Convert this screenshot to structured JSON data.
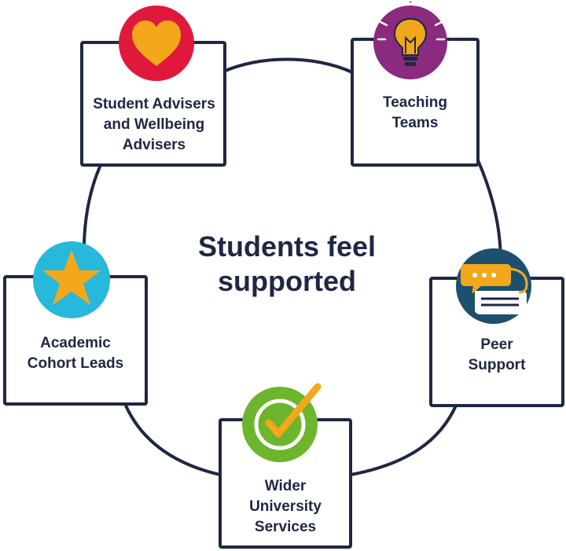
{
  "center": {
    "line1": "Students feel",
    "line2": "supported"
  },
  "nodes": [
    {
      "id": "student-advisers",
      "lines": [
        "Student Advisers",
        "and Wellbeing",
        "Advisers"
      ],
      "icon": "heart-icon",
      "badge_color": "#e0183c",
      "icon_color": "#f3a81c"
    },
    {
      "id": "teaching-teams",
      "lines": [
        "Teaching",
        "Teams"
      ],
      "icon": "lightbulb-icon",
      "badge_color": "#8a2b7d",
      "icon_color": "#f3a81c"
    },
    {
      "id": "peer-support",
      "lines": [
        "Peer",
        "Support"
      ],
      "icon": "chat-bubbles-icon",
      "badge_color": "#1d4f6e",
      "icon_color": "#f3a81c"
    },
    {
      "id": "wider-university-services",
      "lines": [
        "Wider",
        "University",
        "Services"
      ],
      "icon": "checkmark-icon",
      "badge_color": "#6cb52d",
      "icon_color": "#f3a81c"
    },
    {
      "id": "academic-cohort-leads",
      "lines": [
        "Academic",
        "Cohort Leads"
      ],
      "icon": "star-icon",
      "badge_color": "#27b8dc",
      "icon_color": "#f3a81c"
    }
  ],
  "colors": {
    "ink": "#1e2744",
    "accent": "#f3a81c"
  }
}
